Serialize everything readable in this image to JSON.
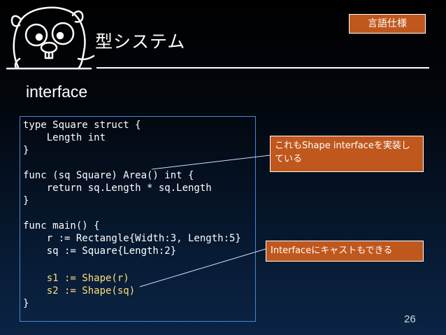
{
  "header": {
    "title": "型システム",
    "tag": "言語仕様"
  },
  "section": {
    "heading": "interface"
  },
  "code": {
    "lines": [
      "type Square struct {",
      "    Length int",
      "}",
      "",
      "func (sq Square) Area() int {",
      "    return sq.Length * sq.Length",
      "}",
      "",
      "func main() {",
      "    r := Rectangle{Width:3, Length:5}",
      "    sq := Square{Length:2}",
      "",
      "    s1 := Shape(r)",
      "    s2 := Shape(sq)",
      "}"
    ]
  },
  "callouts": [
    {
      "text": "これもShape interfaceを実装している"
    },
    {
      "text": "Interfaceにキャストもできる"
    }
  ],
  "colors": {
    "accent": "#c0571d",
    "code_border": "#4a86d8",
    "highlight_text": "#ffdf7a"
  },
  "footer": {
    "page_number": "26"
  }
}
